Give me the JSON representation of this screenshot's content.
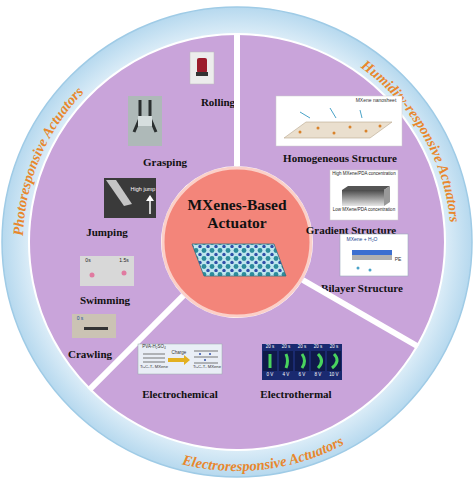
{
  "diagram": {
    "nodes": [
      {
        "text": [
          "MXenes-Based Actuator"
        ]
      },
      {
        "text": [
          "Photoresponsive Actuators"
        ]
      },
      {
        "text": [
          "Rolling"
        ],
        "in": 1
      },
      {
        "text": [
          "Grasping"
        ],
        "in": 1
      },
      {
        "text": [
          "Jumping"
        ],
        "in": 1
      },
      {
        "text": [
          "Swimming"
        ],
        "in": 1
      },
      {
        "text": [
          "Crawling"
        ],
        "in": 1
      },
      {
        "text": [
          "Humidity-responsive Actuators"
        ]
      },
      {
        "text": [
          "Homogeneous Structure"
        ],
        "in": 7
      },
      {
        "text": [
          "Gradient Structure"
        ],
        "in": 7
      },
      {
        "text": [
          "Bilayer Structure"
        ],
        "in": 7
      },
      {
        "text": [
          "Electroresponsive Actuators"
        ]
      },
      {
        "text": [
          "Electrochemical"
        ],
        "in": 11
      },
      {
        "text": [
          "Electrothermal"
        ],
        "in": 11
      }
    ],
    "labels": [
      "High jump",
      "0s",
      "1.5s",
      "0 s",
      "MXene nanosheet",
      "High MXene/PDA concentration",
      "Low MXene/PDA concentration",
      "MXene + H₂O",
      "PE",
      "PVA-H₂SO₄",
      "Charge",
      "Ti₃C₂Tₓ MXene",
      "Ti₃C₂Tₓ MXene",
      "20 s",
      "20 s",
      "20 s",
      "20 s",
      "20 s",
      "0 V",
      "4 V",
      "6 V",
      "8 V",
      "10 V"
    ]
  }
}
